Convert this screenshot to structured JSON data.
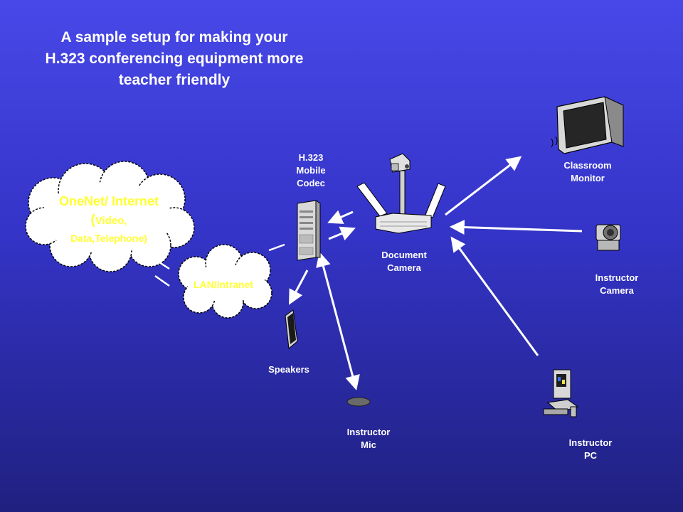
{
  "title": "A sample setup for making your H.323 conferencing equipment more teacher friendly",
  "nodes": {
    "codec": {
      "line1": "H.323",
      "line2": "Mobile",
      "line3": "Codec"
    },
    "document_camera": {
      "line1": "Document",
      "line2": "Camera"
    },
    "classroom_monitor": {
      "line1": "Classroom",
      "line2": "Monitor"
    },
    "instructor_camera": {
      "line1": "Instructor",
      "line2": "Camera"
    },
    "instructor_pc": {
      "line1": "Instructor",
      "line2": "PC"
    },
    "instructor_mic": {
      "line1": "Instructor",
      "line2": "Mic"
    },
    "speakers": {
      "label": "Speakers"
    }
  },
  "clouds": {
    "onenet": {
      "line1": "OneNet/ Internet",
      "line2_prefix": "(",
      "line2": "Video,",
      "line3": "Data,Telephone)"
    },
    "lan": {
      "label": "LAN/Intranet"
    }
  },
  "colors": {
    "background_top": "#4848e8",
    "background_bottom": "#202080",
    "label_text": "#ffffff",
    "cloud_text": "#ffff33",
    "connector": "#ffffff"
  }
}
